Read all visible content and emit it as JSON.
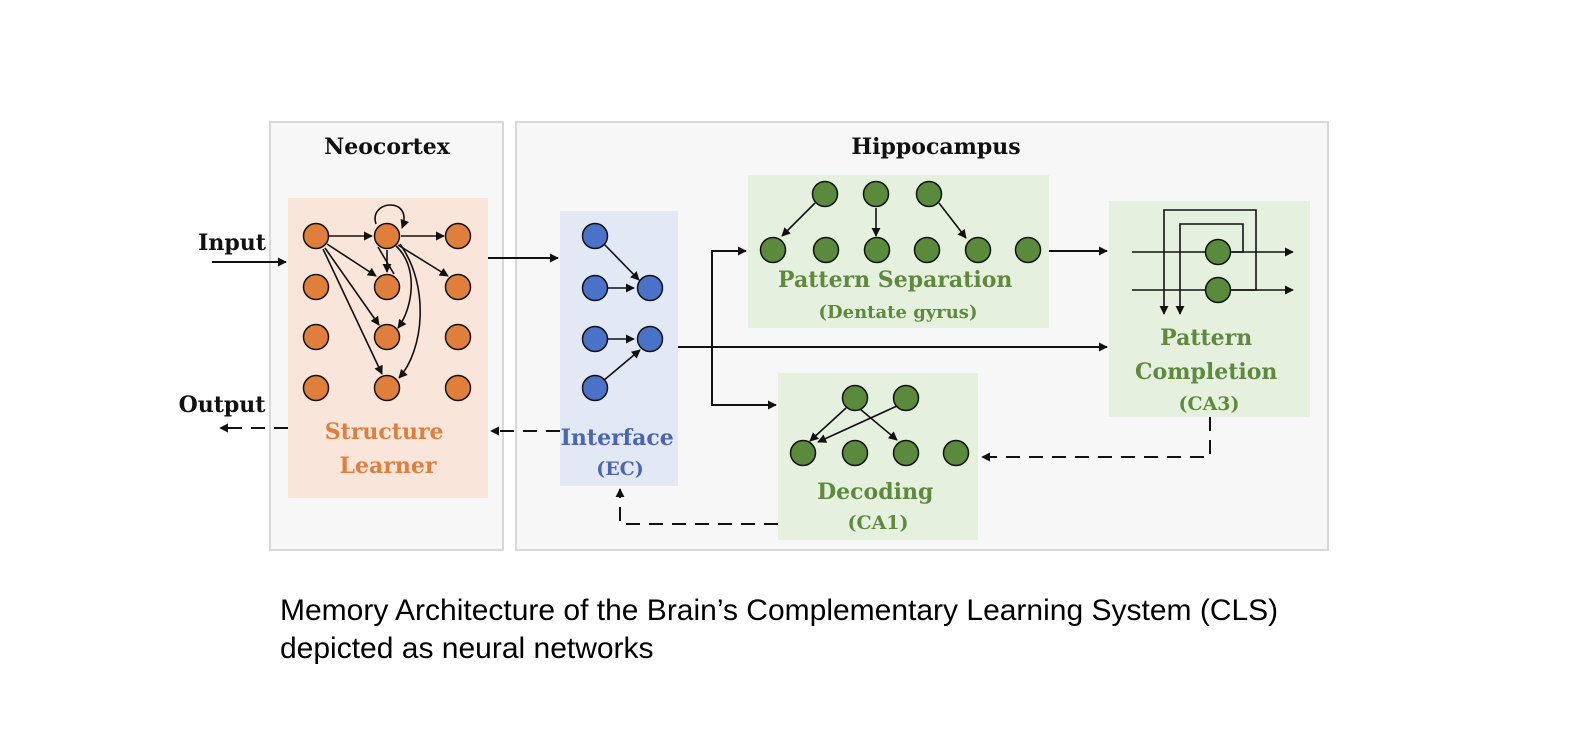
{
  "labels": {
    "neocortex": "Neocortex",
    "hippocampus": "Hippocampus",
    "input": "Input",
    "output": "Output",
    "structure_learner": [
      "Structure",
      "Learner"
    ],
    "interface": [
      "Interface",
      "(EC)"
    ],
    "pattern_separation": [
      "Pattern Separation",
      "(Dentate gyrus)"
    ],
    "pattern_completion": [
      "Pattern",
      "Completion",
      "(CA3)"
    ],
    "decoding": [
      "Decoding",
      "(CA1)"
    ]
  },
  "caption": [
    "Memory Architecture of the Brain’s Complementary Learning System (CLS)",
    "depicted as neural networks"
  ],
  "colors": {
    "orange_node": "#e07f3c",
    "orange_bg": "#f9e5d9",
    "orange_text": "#e07f3c",
    "blue_node": "#4a72c8",
    "blue_bg": "#e3e8f5",
    "blue_text": "#4a66b0",
    "green_node": "#5a8a3c",
    "green_bg": "#e6f0df",
    "green_text": "#5f8a3e",
    "panel_bg": "#f7f7f7",
    "panel_border": "#d8d8d8"
  }
}
